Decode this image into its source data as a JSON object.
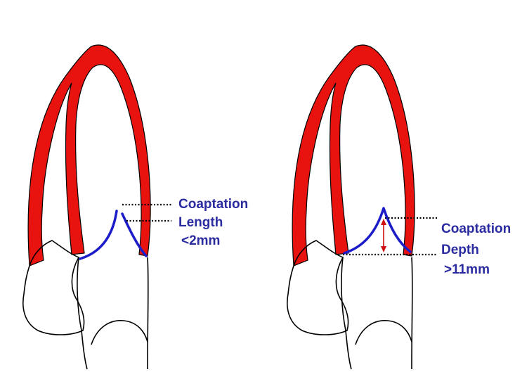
{
  "panels": [
    {
      "lines": [
        "Coaptation",
        "Length",
        "<2mm"
      ]
    },
    {
      "lines": [
        "Coaptation",
        "Depth",
        ">11mm"
      ]
    }
  ],
  "colors": {
    "myocardium": "#e8120e",
    "leaflet": "#1c1cc8",
    "label": "#2b2ba0",
    "arrow": "#d01010",
    "outline": "#000000"
  }
}
